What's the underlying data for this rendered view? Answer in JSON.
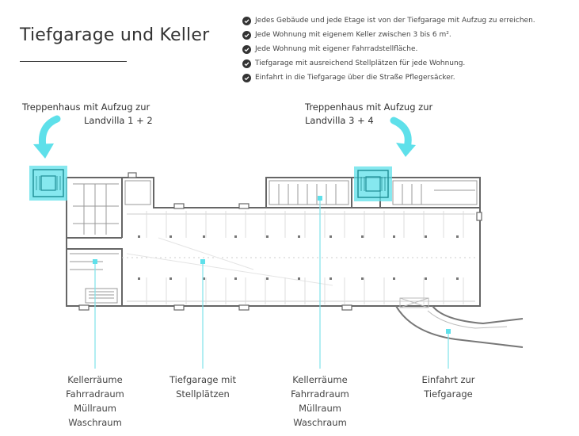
{
  "title": "Tiefgarage und Keller",
  "features": [
    "Jedes Gebäude und jede Etage ist von der Tiefgarage mit Aufzug zu erreichen.",
    "Jede Wohnung mit eigenem Keller zwischen 3 bis 6 m².",
    "Jede Wohnung mit eigener Fahrradstellfläche.",
    "Tiefgarage mit ausreichend Stellplätzen für jede Wohnung.",
    "Einfahrt in die Tiefgarage über die Straße Pflegersäcker."
  ],
  "callouts": {
    "left": [
      "Treppenhaus mit Aufzug zur",
      "Landvilla 1 + 2"
    ],
    "right": [
      "Treppenhaus mit Aufzug zur",
      "Landvilla 3 + 4"
    ]
  },
  "labels": {
    "left_rooms": [
      "Kellerräume",
      "Fahrradraum",
      "Müllraum",
      "Waschraum"
    ],
    "garage": [
      "Tiefgarage mit",
      "Stellplätzen"
    ],
    "right_rooms": [
      "Kellerräume",
      "Fahrradraum",
      "Müllraum",
      "Waschraum"
    ],
    "entrance": [
      "Einfahrt zur",
      "Tiefgarage"
    ]
  },
  "colors": {
    "accent": "#5ee0ea",
    "wall": "#555555",
    "text": "#333333"
  }
}
